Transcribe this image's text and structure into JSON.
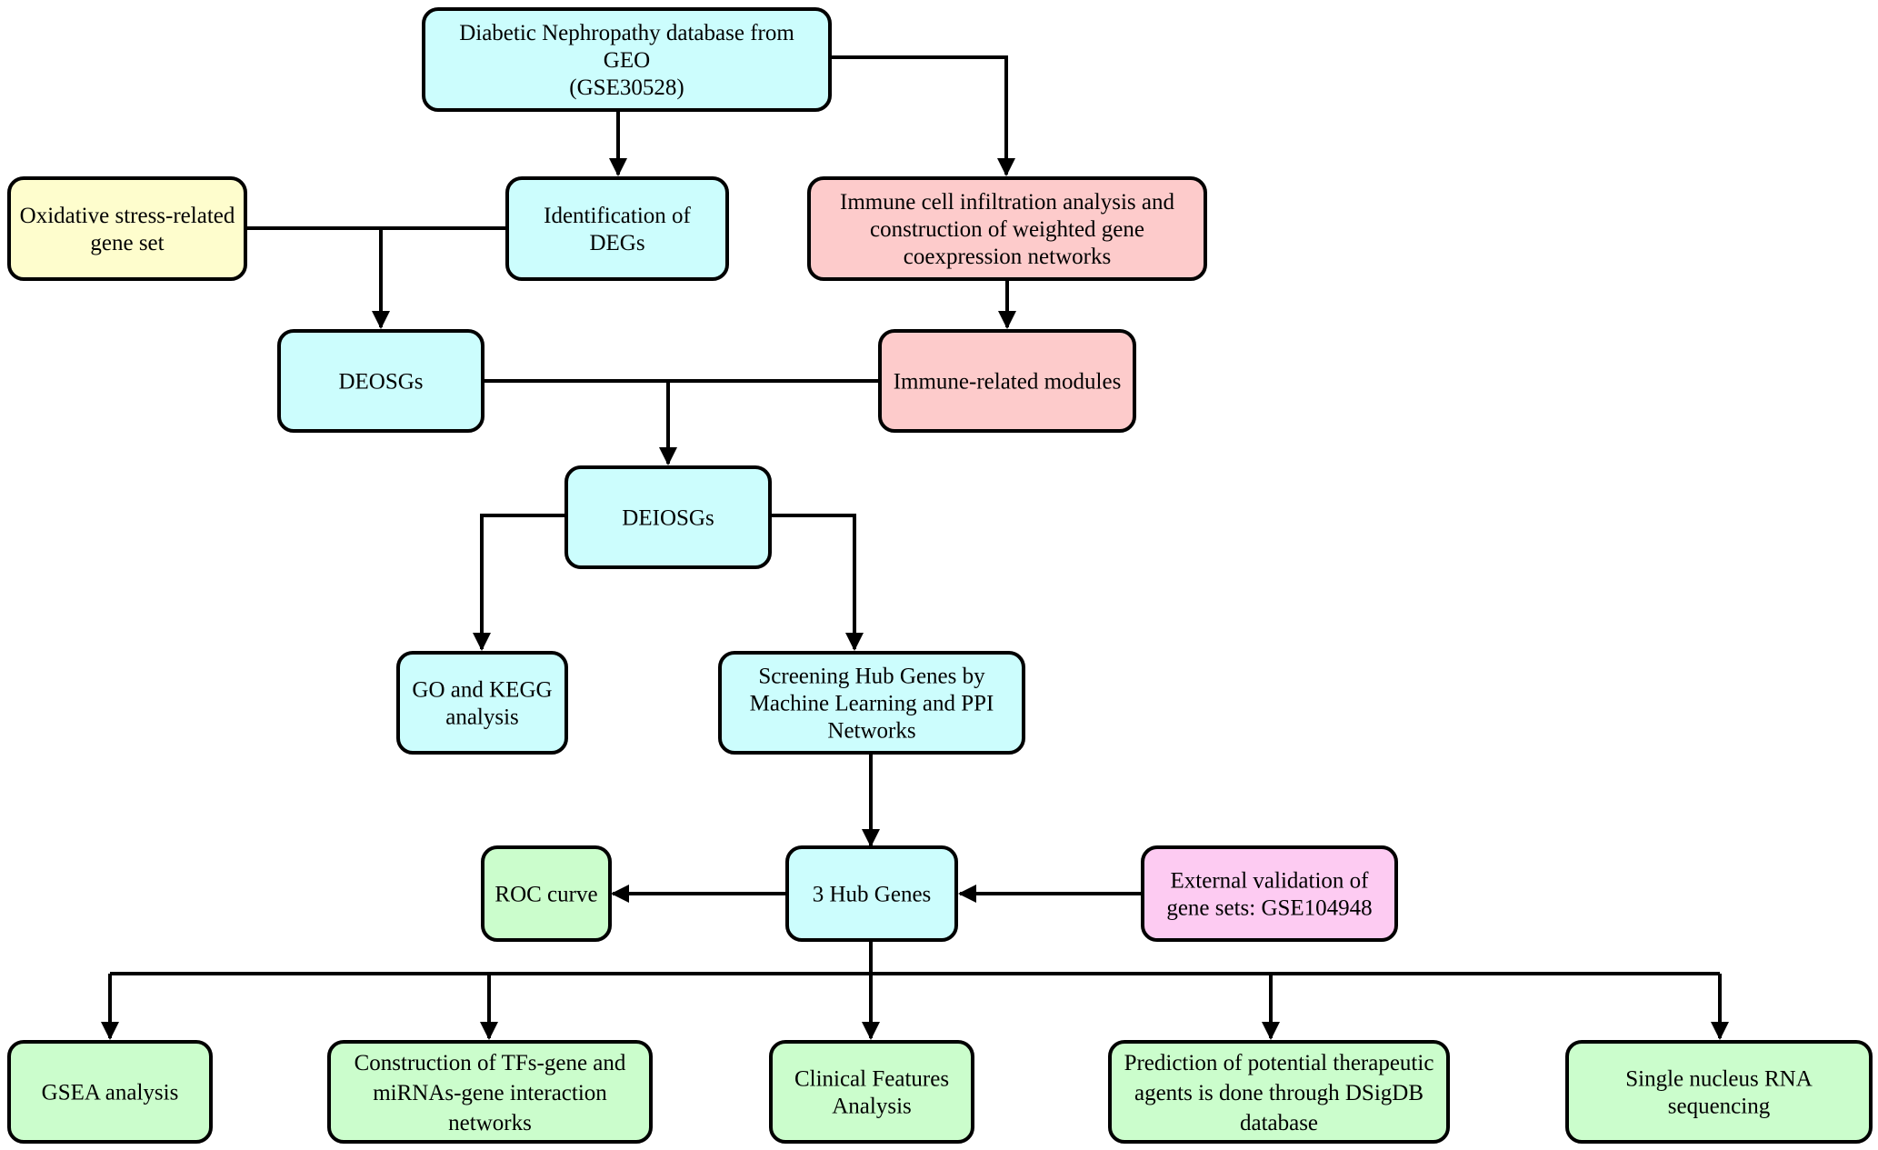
{
  "colors": {
    "cyan": "#ccfdfd",
    "yellow": "#fefdcd",
    "salmon": "#fdcbcb",
    "green": "#cbfdcc",
    "pink": "#fdcbf2"
  },
  "nodes": {
    "geo": {
      "lines": [
        "Diabetic Nephropathy database from",
        "GEO",
        "(GSE30528)"
      ]
    },
    "oxidative": {
      "lines": [
        "Oxidative stress-related",
        "gene set"
      ]
    },
    "degs": {
      "lines": [
        "Identification of",
        "DEGs"
      ]
    },
    "immune_infiltration": {
      "lines": [
        "Immune cell infiltration analysis and",
        "construction of weighted gene",
        "coexpression networks"
      ]
    },
    "deosgs": {
      "lines": [
        "DEOSGs"
      ]
    },
    "immune_modules": {
      "lines": [
        "Immune-related modules"
      ]
    },
    "deiosgs": {
      "lines": [
        "DEIOSGs"
      ]
    },
    "go_kegg": {
      "lines": [
        "GO and KEGG",
        "analysis"
      ]
    },
    "screening": {
      "lines": [
        "Screening Hub Genes by",
        "Machine Learning and PPI",
        "Networks"
      ]
    },
    "roc": {
      "lines": [
        "ROC curve"
      ]
    },
    "hub": {
      "lines": [
        "3 Hub Genes"
      ]
    },
    "external": {
      "lines": [
        "External validation of",
        "gene sets: GSE104948"
      ]
    },
    "gsea": {
      "lines": [
        "GSEA analysis"
      ]
    },
    "tfs": {
      "lines": [
        "Construction of TFs-gene and",
        "miRNAs-gene interaction",
        "networks"
      ]
    },
    "clinical": {
      "lines": [
        "Clinical Features",
        "Analysis"
      ]
    },
    "dsigdb": {
      "lines": [
        "Prediction of potential therapeutic",
        "agents is done through DSigDB",
        "database"
      ]
    },
    "snrna": {
      "lines": [
        "Single nucleus RNA",
        "sequencing"
      ]
    }
  }
}
